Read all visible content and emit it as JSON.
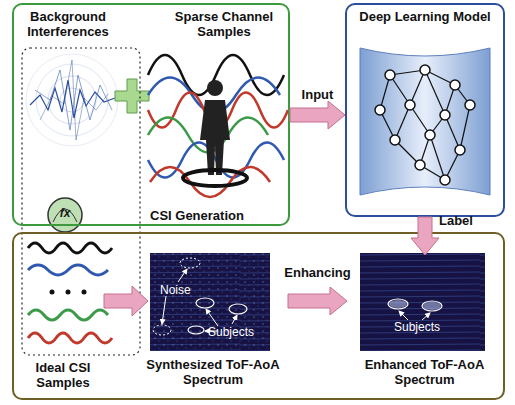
{
  "diagram": {
    "nodes": [
      {
        "text": [
          "Background Interferences",
          "Sparse Channel Samples"
        ]
      },
      {
        "text": [
          "Deep Learning Model"
        ]
      },
      {
        "text": [
          "Ideal CSI Samples"
        ]
      },
      {
        "text": [
          "Synthesized ToF-AoA Spectrum"
        ],
        "in": 2
      },
      {
        "text": [
          "Enhanced ToF-AoA Spectrum"
        ],
        "in": 2
      }
    ],
    "edges": [
      {
        "from": 0,
        "to": 1,
        "label": "Input",
        "arrow": "to"
      },
      {
        "from": 1,
        "to": 4,
        "label": "Label",
        "arrow": "to"
      },
      {
        "from": 3,
        "to": 4,
        "label": "Enhancing",
        "arrow": "to"
      }
    ],
    "labels": [
      "CSI Generation",
      "fx",
      "Noise",
      "Subjects",
      "Subjects"
    ]
  }
}
